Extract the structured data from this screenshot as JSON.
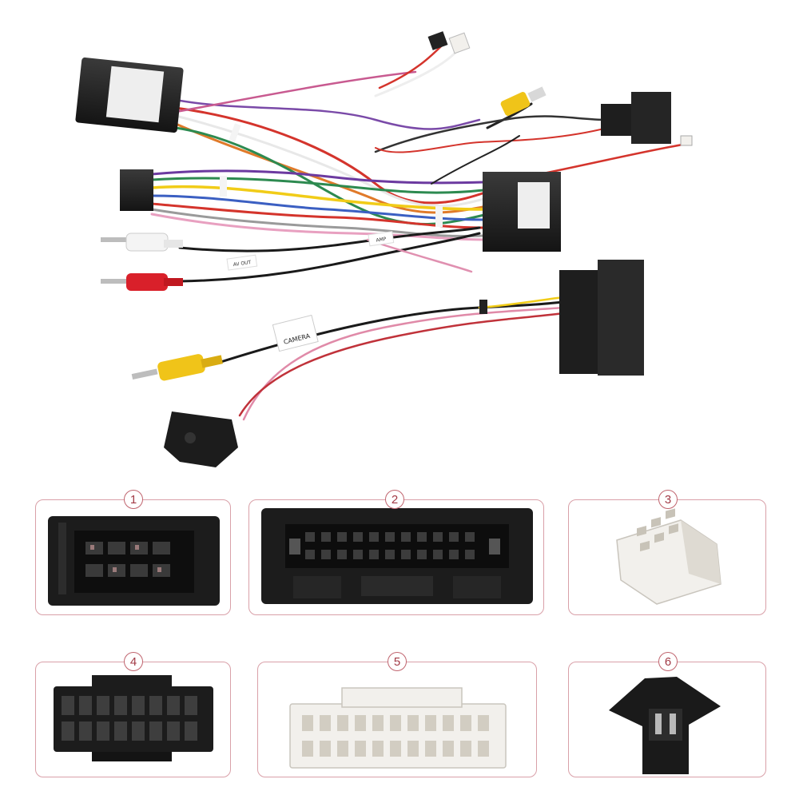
{
  "labels": {
    "camera_tag": "CAMERA",
    "rca_tag_1": "AV OUT",
    "rca_tag_2": "AMP"
  },
  "panels": [
    {
      "number": "1"
    },
    {
      "number": "2"
    },
    {
      "number": "3"
    },
    {
      "number": "4"
    },
    {
      "number": "5"
    },
    {
      "number": "6"
    }
  ],
  "colors": {
    "panel_border": "#d9a0a8",
    "badge_text": "#a23a46",
    "connector_black": "#1c1c1c",
    "connector_white": "#f2f0ec",
    "rca_yellow": "#f0c419",
    "rca_red": "#d9202a",
    "rca_white": "#f4f4f4"
  }
}
